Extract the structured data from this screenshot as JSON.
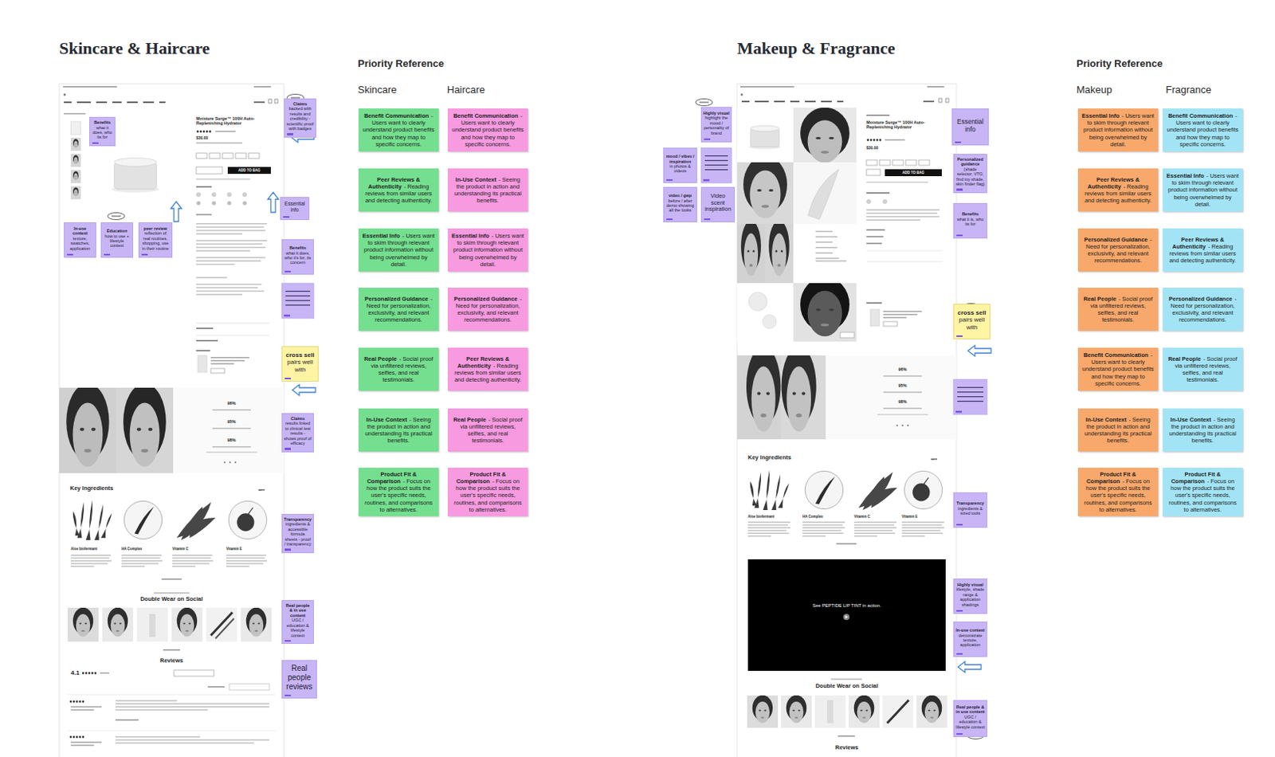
{
  "diagram": {
    "nodes": [
      {
        "text": [
          "Benefits",
          "what it does, who its for"
        ]
      },
      {
        "text": [
          "Claims",
          "backed with results and credibility - scientific proof with badges"
        ]
      },
      {
        "text": [
          "Essential info"
        ]
      },
      {
        "text": [
          "In-use context",
          "texture, swatches, application"
        ]
      },
      {
        "text": [
          "Education",
          "how to use + lifestyle context"
        ]
      },
      {
        "text": [
          "peer review",
          "reflection of real routines, shopping, use in their routine"
        ]
      },
      {
        "text": [
          "Benefits",
          "what it does, who it's for, its concern"
        ]
      },
      {
        "text": [
          "cross sell",
          "pairs well with"
        ]
      },
      {
        "text": [
          "Claims",
          "results linked to clinical test results - shows proof of efficacy"
        ]
      },
      {
        "text": [
          "Transparency",
          "ingredients & accessible formula sheets - proof / transparency"
        ]
      },
      {
        "text": [
          "Real people & in use content",
          "UGC / education & lifestyle context"
        ]
      },
      {
        "text": [
          "Real people reviews"
        ]
      },
      {
        "text": [
          "Benefit Communication",
          "- Users want to clearly understand product benefits and how they map to specific concerns."
        ]
      },
      {
        "text": [
          "Peer Reviews & Authenticity",
          "- Reading reviews from similar users and detecting authenticity."
        ]
      },
      {
        "text": [
          "Essential Info",
          "- Users want to skim through relevant product information without being overwhelmed by detail."
        ]
      },
      {
        "text": [
          "Personalized Guidance",
          "- Need for personalization, exclusivity, and relevant recommendations."
        ]
      },
      {
        "text": [
          "Real People",
          "- Social proof via unfiltered reviews, selfies, and real testimonials."
        ]
      },
      {
        "text": [
          "In-Use Context",
          "- Seeing the product in action and understanding its practical benefits."
        ]
      },
      {
        "text": [
          "Product Fit & Comparison",
          "- Focus on how the product suits the user's specific needs, routines, and comparisons to alternatives."
        ]
      },
      {
        "text": [
          "Benefit Communication",
          "- Users want to clearly understand product benefits and how they map to specific concerns."
        ]
      },
      {
        "text": [
          "In-Use Context",
          "- Seeing the product in action and understanding its practical benefits."
        ]
      },
      {
        "text": [
          "Essential Info",
          "- Users want to skim through relevant product information without being overwhelmed by detail."
        ]
      },
      {
        "text": [
          "Personalized Guidance",
          "- Need for personalization, exclusivity, and relevant recommendations."
        ]
      },
      {
        "text": [
          "Peer Reviews & Authenticity",
          "- Reading reviews from similar users and detecting authenticity."
        ]
      },
      {
        "text": [
          "Real People",
          "- Social proof via unfiltered reviews, selfies, and real testimonials."
        ]
      },
      {
        "text": [
          "Product Fit & Comparison",
          "- Focus on how the product suits the user's specific needs, routines, and comparisons to alternatives."
        ]
      },
      {
        "text": [
          "Highly visual",
          "highlight the mood / personality of brand"
        ]
      },
      {
        "text": [
          "mood / vibes / inspiration",
          "in photos & videos"
        ]
      },
      {
        "text": [
          "video / gwp",
          "before / after demo showing all the looks"
        ]
      },
      {
        "text": [
          "Video scent inspiration"
        ]
      },
      {
        "text": [
          "Essential info"
        ]
      },
      {
        "text": [
          "Personalized guidance",
          "(shade selector, VTO, find my shade, skin finder flag)"
        ]
      },
      {
        "text": [
          "Benefits",
          "what it is, who its for"
        ]
      },
      {
        "text": [
          "cross sell",
          "pairs well with"
        ]
      },
      {
        "text": [
          "Transparency",
          "ingredients & sized tools"
        ]
      },
      {
        "text": [
          "Highly visual",
          "lifestyle, shade range & application shadings"
        ]
      },
      {
        "text": [
          "In-use context",
          "demonstrate texture, application"
        ]
      },
      {
        "text": [
          "Real people & in use content",
          "UGC / education & lifestyle context"
        ]
      },
      {
        "text": [
          "Essential Info",
          "- Users want to skim through relevant product information without being overwhelmed by detail."
        ]
      },
      {
        "text": [
          "Peer Reviews & Authenticity",
          "- Reading reviews from similar users and detecting authenticity."
        ]
      },
      {
        "text": [
          "Personalized Guidance",
          "- Need for personalization, exclusivity, and relevant recommendations."
        ]
      },
      {
        "text": [
          "Real People",
          "- Social proof via unfiltered reviews, selfies, and real testimonials."
        ]
      },
      {
        "text": [
          "Benefit Communication",
          "- Users want to clearly understand product benefits and how they map to specific concerns."
        ]
      },
      {
        "text": [
          "In-Use Context",
          "- Seeing the product in action and understanding its practical benefits."
        ]
      },
      {
        "text": [
          "Product Fit & Comparison",
          "- Focus on how the product suits the user's specific needs, routines, and comparisons to alternatives."
        ]
      },
      {
        "text": [
          "Benefit Communication",
          "- Users want to clearly understand product benefits and how they map to specific concerns."
        ]
      },
      {
        "text": [
          "Essential Info",
          "- Users want to skim through relevant product information without being overwhelmed by detail."
        ]
      },
      {
        "text": [
          "Peer Reviews & Authenticity",
          "- Reading reviews from similar users and detecting authenticity."
        ]
      },
      {
        "text": [
          "Personalized Guidance",
          "- Need for personalization, exclusivity, and relevant recommendations."
        ]
      },
      {
        "text": [
          "Real People",
          "- Social proof via unfiltered reviews, selfies, and real testimonials."
        ]
      },
      {
        "text": [
          "In-Use Context",
          "- Seeing the product in action and understanding its practical benefits."
        ]
      },
      {
        "text": [
          "Product Fit & Comparison",
          "- Focus on how the product suits the user's specific needs, routines, and comparisons to alternatives."
        ]
      }
    ],
    "labels": [
      "Skincare & Haircare",
      "Priority Reference",
      "Skincare",
      "Haircare",
      "Makeup & Fragrance",
      "Priority Reference",
      "Makeup",
      "Fragrance",
      "Moisture Surge™ 100H Auto-Replenishing Hydrator",
      "$30.00",
      "ADD TO BAG",
      "Key Ingredients",
      "Aloe biofermant",
      "HA Complex",
      "Vitamin C",
      "Vitamin E",
      "Double Wear on Social",
      "Reviews",
      "4.1",
      "96%",
      "95%",
      "98%",
      "Moisture Surge™ 100H Auto-Replenishing Hydrator",
      "$30.00",
      "ADD TO BAG",
      "96%",
      "95%",
      "98%",
      "Key Ingredients",
      "Aloe biofermant",
      "HA Complex",
      "Vitamin C",
      "Vitamin E",
      "See PEPTIDE LIP TINT in action.",
      "Double Wear on Social",
      "Reviews"
    ]
  }
}
